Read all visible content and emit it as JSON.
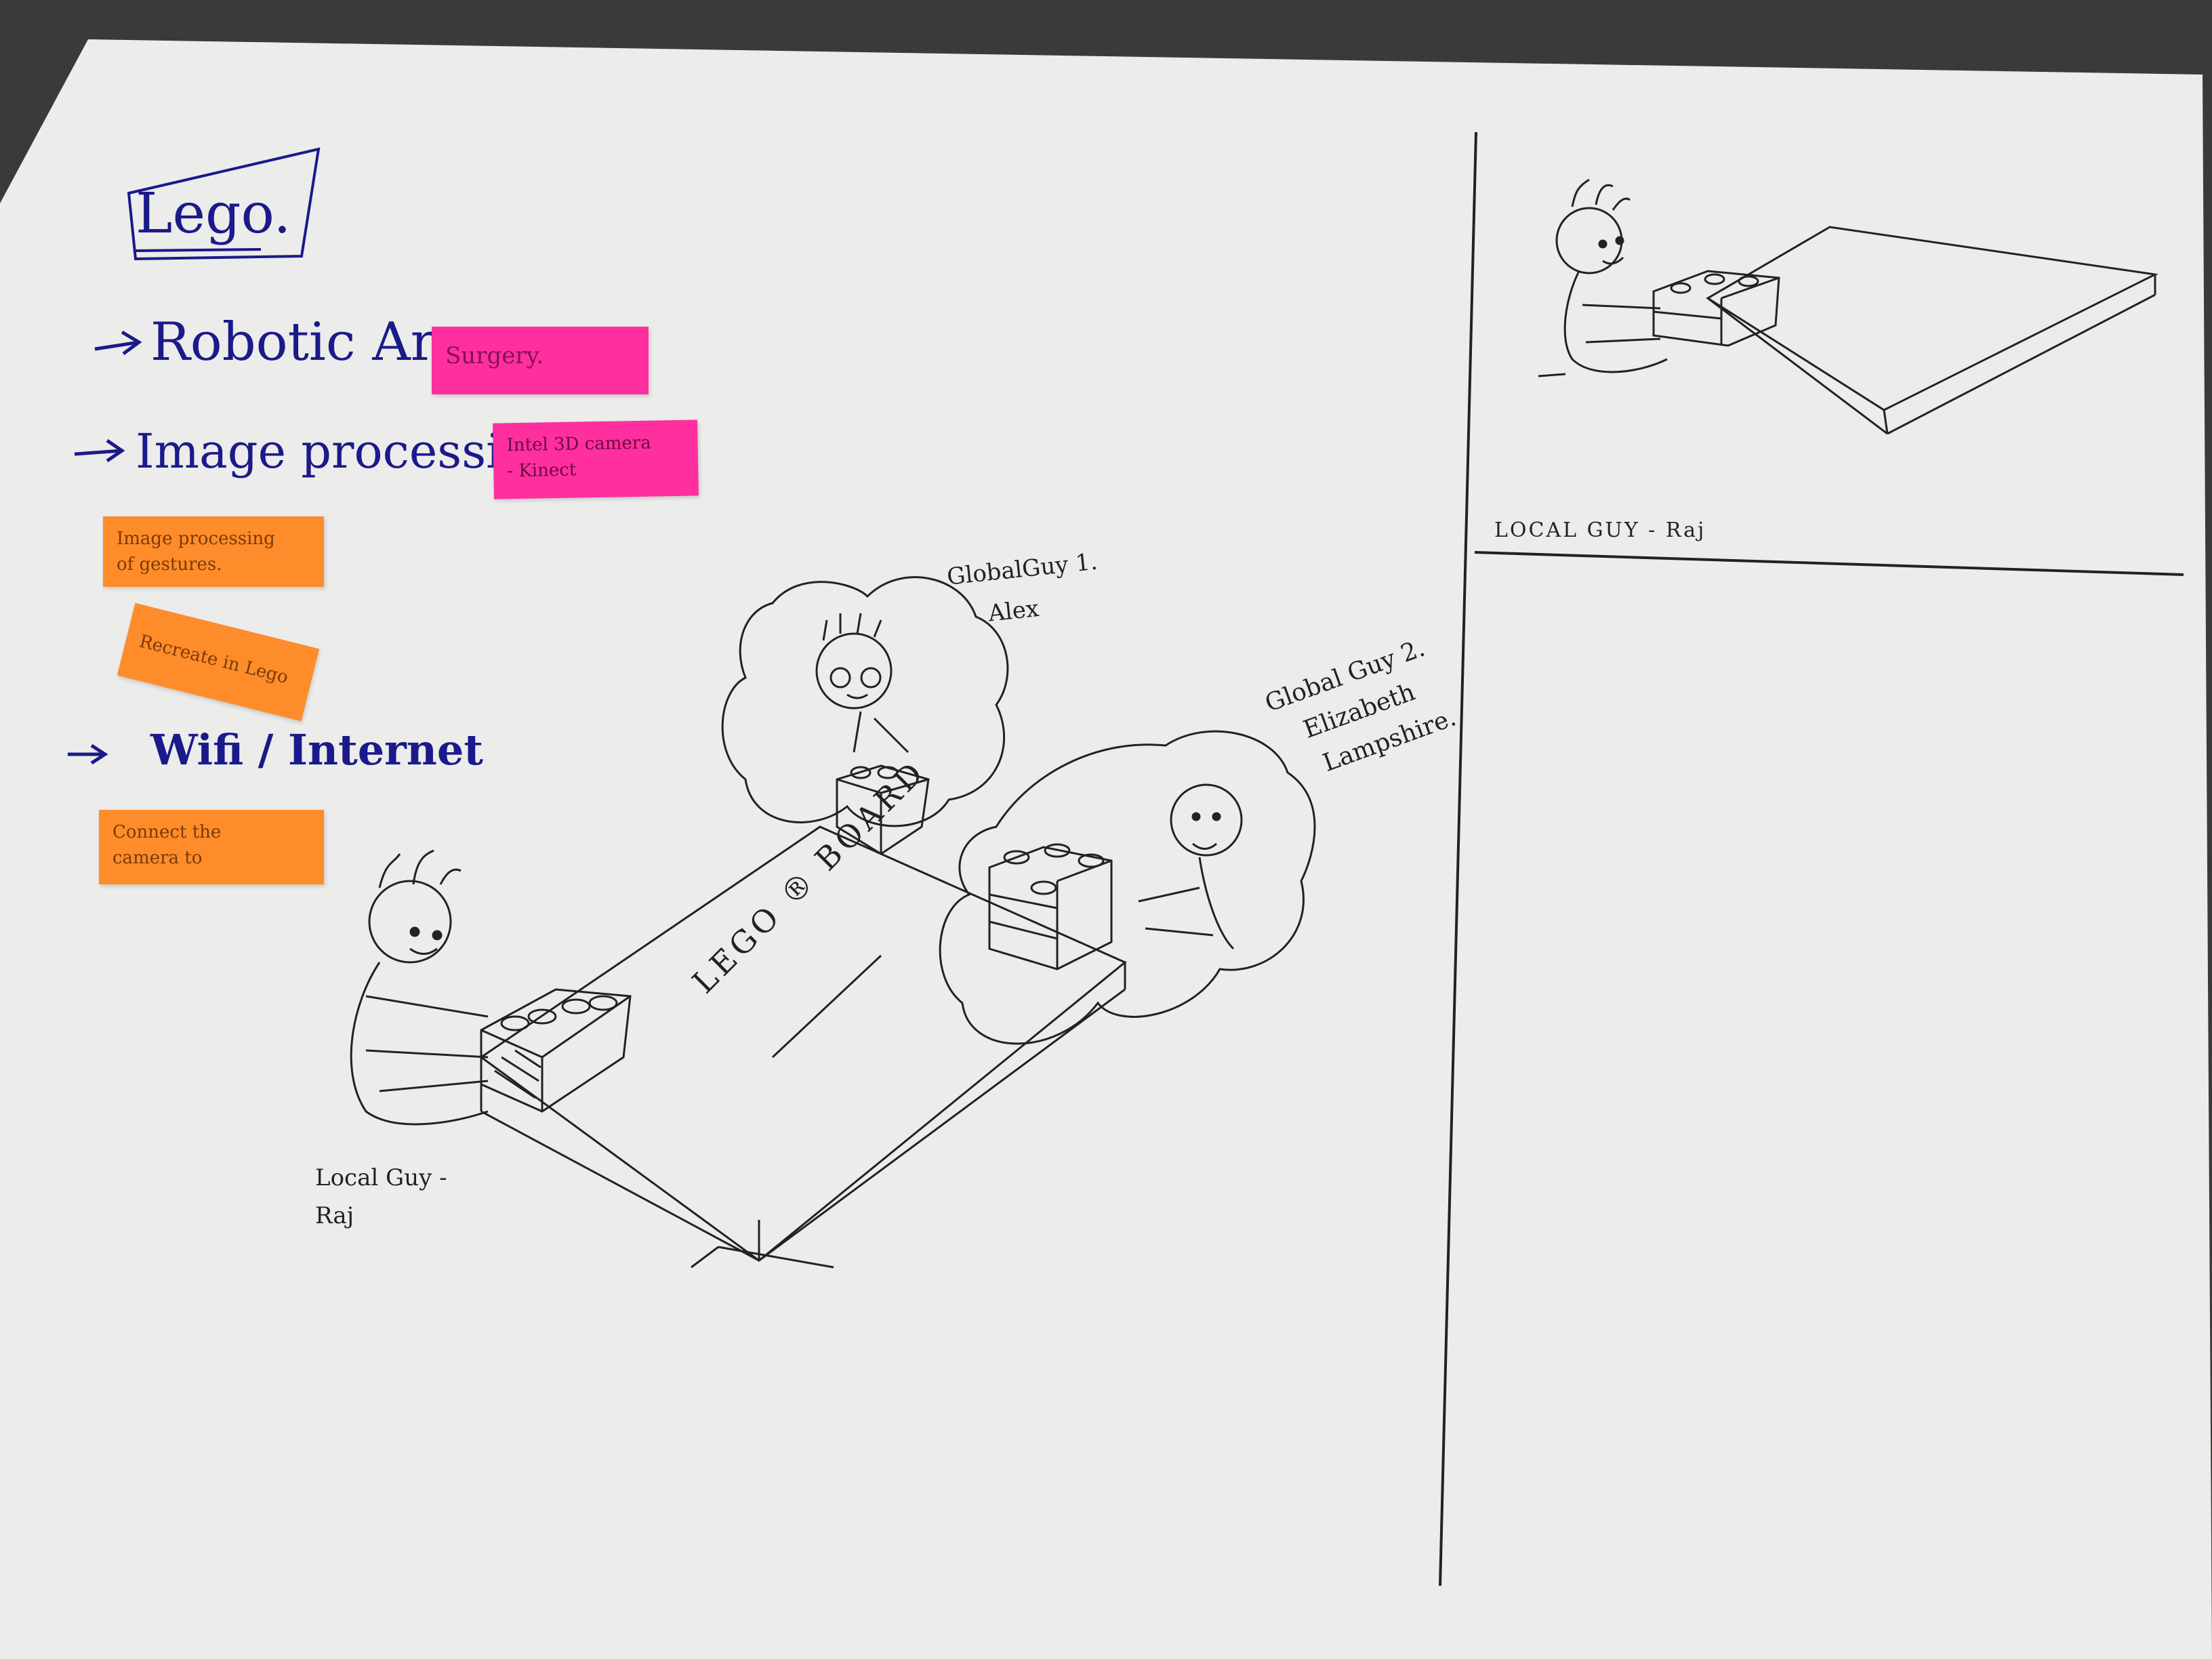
{
  "colors": {
    "background": "#3a3a38",
    "paper": "#ececeb",
    "blue_ink": "#1b1a8a",
    "black_ink": "#222222",
    "pink_note": "#ff2fa0",
    "orange_note": "#ff8c2a"
  },
  "notes": {
    "title": "Lego.",
    "bullets": [
      "Robotic Arm.",
      "Image processing",
      "Wifi / Internet"
    ],
    "sticky": {
      "surgery": [
        "Surgery."
      ],
      "intel": [
        "Intel 3D camera",
        "- Kinect"
      ],
      "gestures": [
        "Image processing",
        "of gestures."
      ],
      "recreate": [
        "Recreate in Lego"
      ],
      "connect": [
        "Connect the",
        "camera to"
      ]
    }
  },
  "sketch": {
    "global_guy_1": [
      "GlobalGuy 1.",
      "Alex"
    ],
    "global_guy_2": [
      "Global Guy 2.",
      "Elizabeth",
      "Lampshire."
    ],
    "local_guy": [
      "Local Guy -",
      "Raj"
    ],
    "board_label": "LEGO ® BOARD"
  },
  "panel": {
    "caption": "LOCAL GUY - Raj"
  }
}
